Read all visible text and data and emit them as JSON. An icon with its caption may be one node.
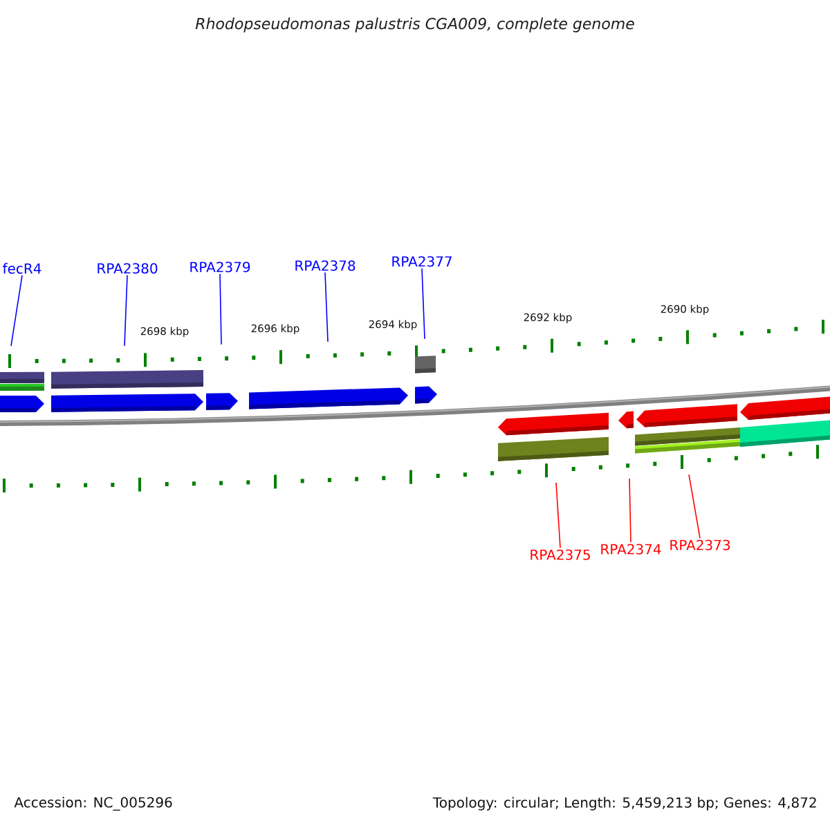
{
  "diagram": {
    "title": "Rhodopseudomonas palustris CGA009, complete genome",
    "nodes": [
      {
        "text": [
          "fecR4"
        ]
      },
      {
        "text": [
          "RPA2380"
        ]
      },
      {
        "text": [
          "RPA2379"
        ]
      },
      {
        "text": [
          "RPA2378"
        ]
      },
      {
        "text": [
          "RPA2377"
        ]
      },
      {
        "text": [
          "RPA2375"
        ]
      },
      {
        "text": [
          "RPA2374"
        ]
      },
      {
        "text": [
          "RPA2373"
        ]
      }
    ],
    "edges": [
      {
        "from": 0,
        "to": null,
        "arrow": "none",
        "color": "#0000ff"
      },
      {
        "from": 1,
        "to": null,
        "arrow": "none",
        "color": "#0000ff"
      },
      {
        "from": 2,
        "to": null,
        "arrow": "none",
        "color": "#0000ff"
      },
      {
        "from": 3,
        "to": null,
        "arrow": "none",
        "color": "#0000ff"
      },
      {
        "from": 4,
        "to": null,
        "arrow": "none",
        "color": "#0000ff"
      },
      {
        "from": 5,
        "to": null,
        "arrow": "none",
        "color": "#ff0000"
      },
      {
        "from": 6,
        "to": null,
        "arrow": "none",
        "color": "#ff0000"
      },
      {
        "from": 7,
        "to": null,
        "arrow": "none",
        "color": "#ff0000"
      }
    ],
    "labels": [
      "2698 kbp",
      "2696 kbp",
      "2694 kbp",
      "2692 kbp",
      "2690 kbp",
      "Accession: NC_005296",
      "Topology: circular; Length: 5,459,213 bp; Genes: 4,872"
    ]
  }
}
